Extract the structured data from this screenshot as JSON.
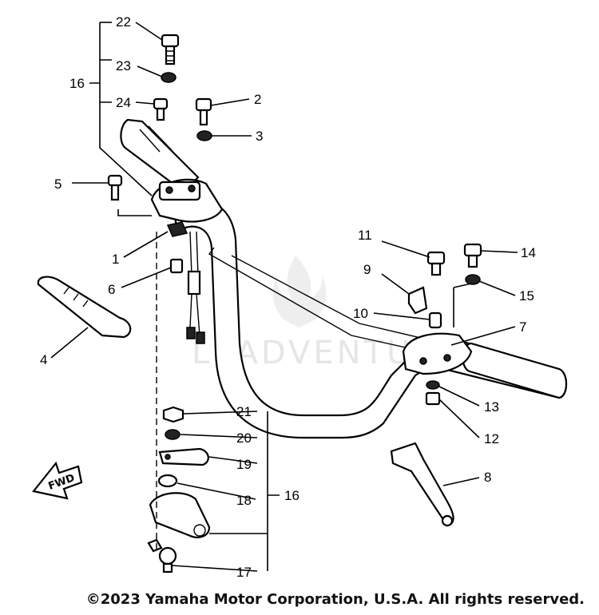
{
  "labels": {
    "p1": "1",
    "p2": "2",
    "p3": "3",
    "p4": "4",
    "p5": "5",
    "p6": "6",
    "p7": "7",
    "p8": "8",
    "p9": "9",
    "p10": "10",
    "p11": "11",
    "p12": "12",
    "p13": "13",
    "p14": "14",
    "p15": "15",
    "p16a": "16",
    "p16b": "16",
    "p17": "17",
    "p18": "18",
    "p19": "19",
    "p20": "20",
    "p21": "21",
    "p22": "22",
    "p23": "23",
    "p24": "24"
  },
  "fwd_arrow": "FWD",
  "watermark": "LEADVENTURE",
  "copyright": "©2023 Yamaha Motor Corporation, U.S.A. All rights reserved."
}
